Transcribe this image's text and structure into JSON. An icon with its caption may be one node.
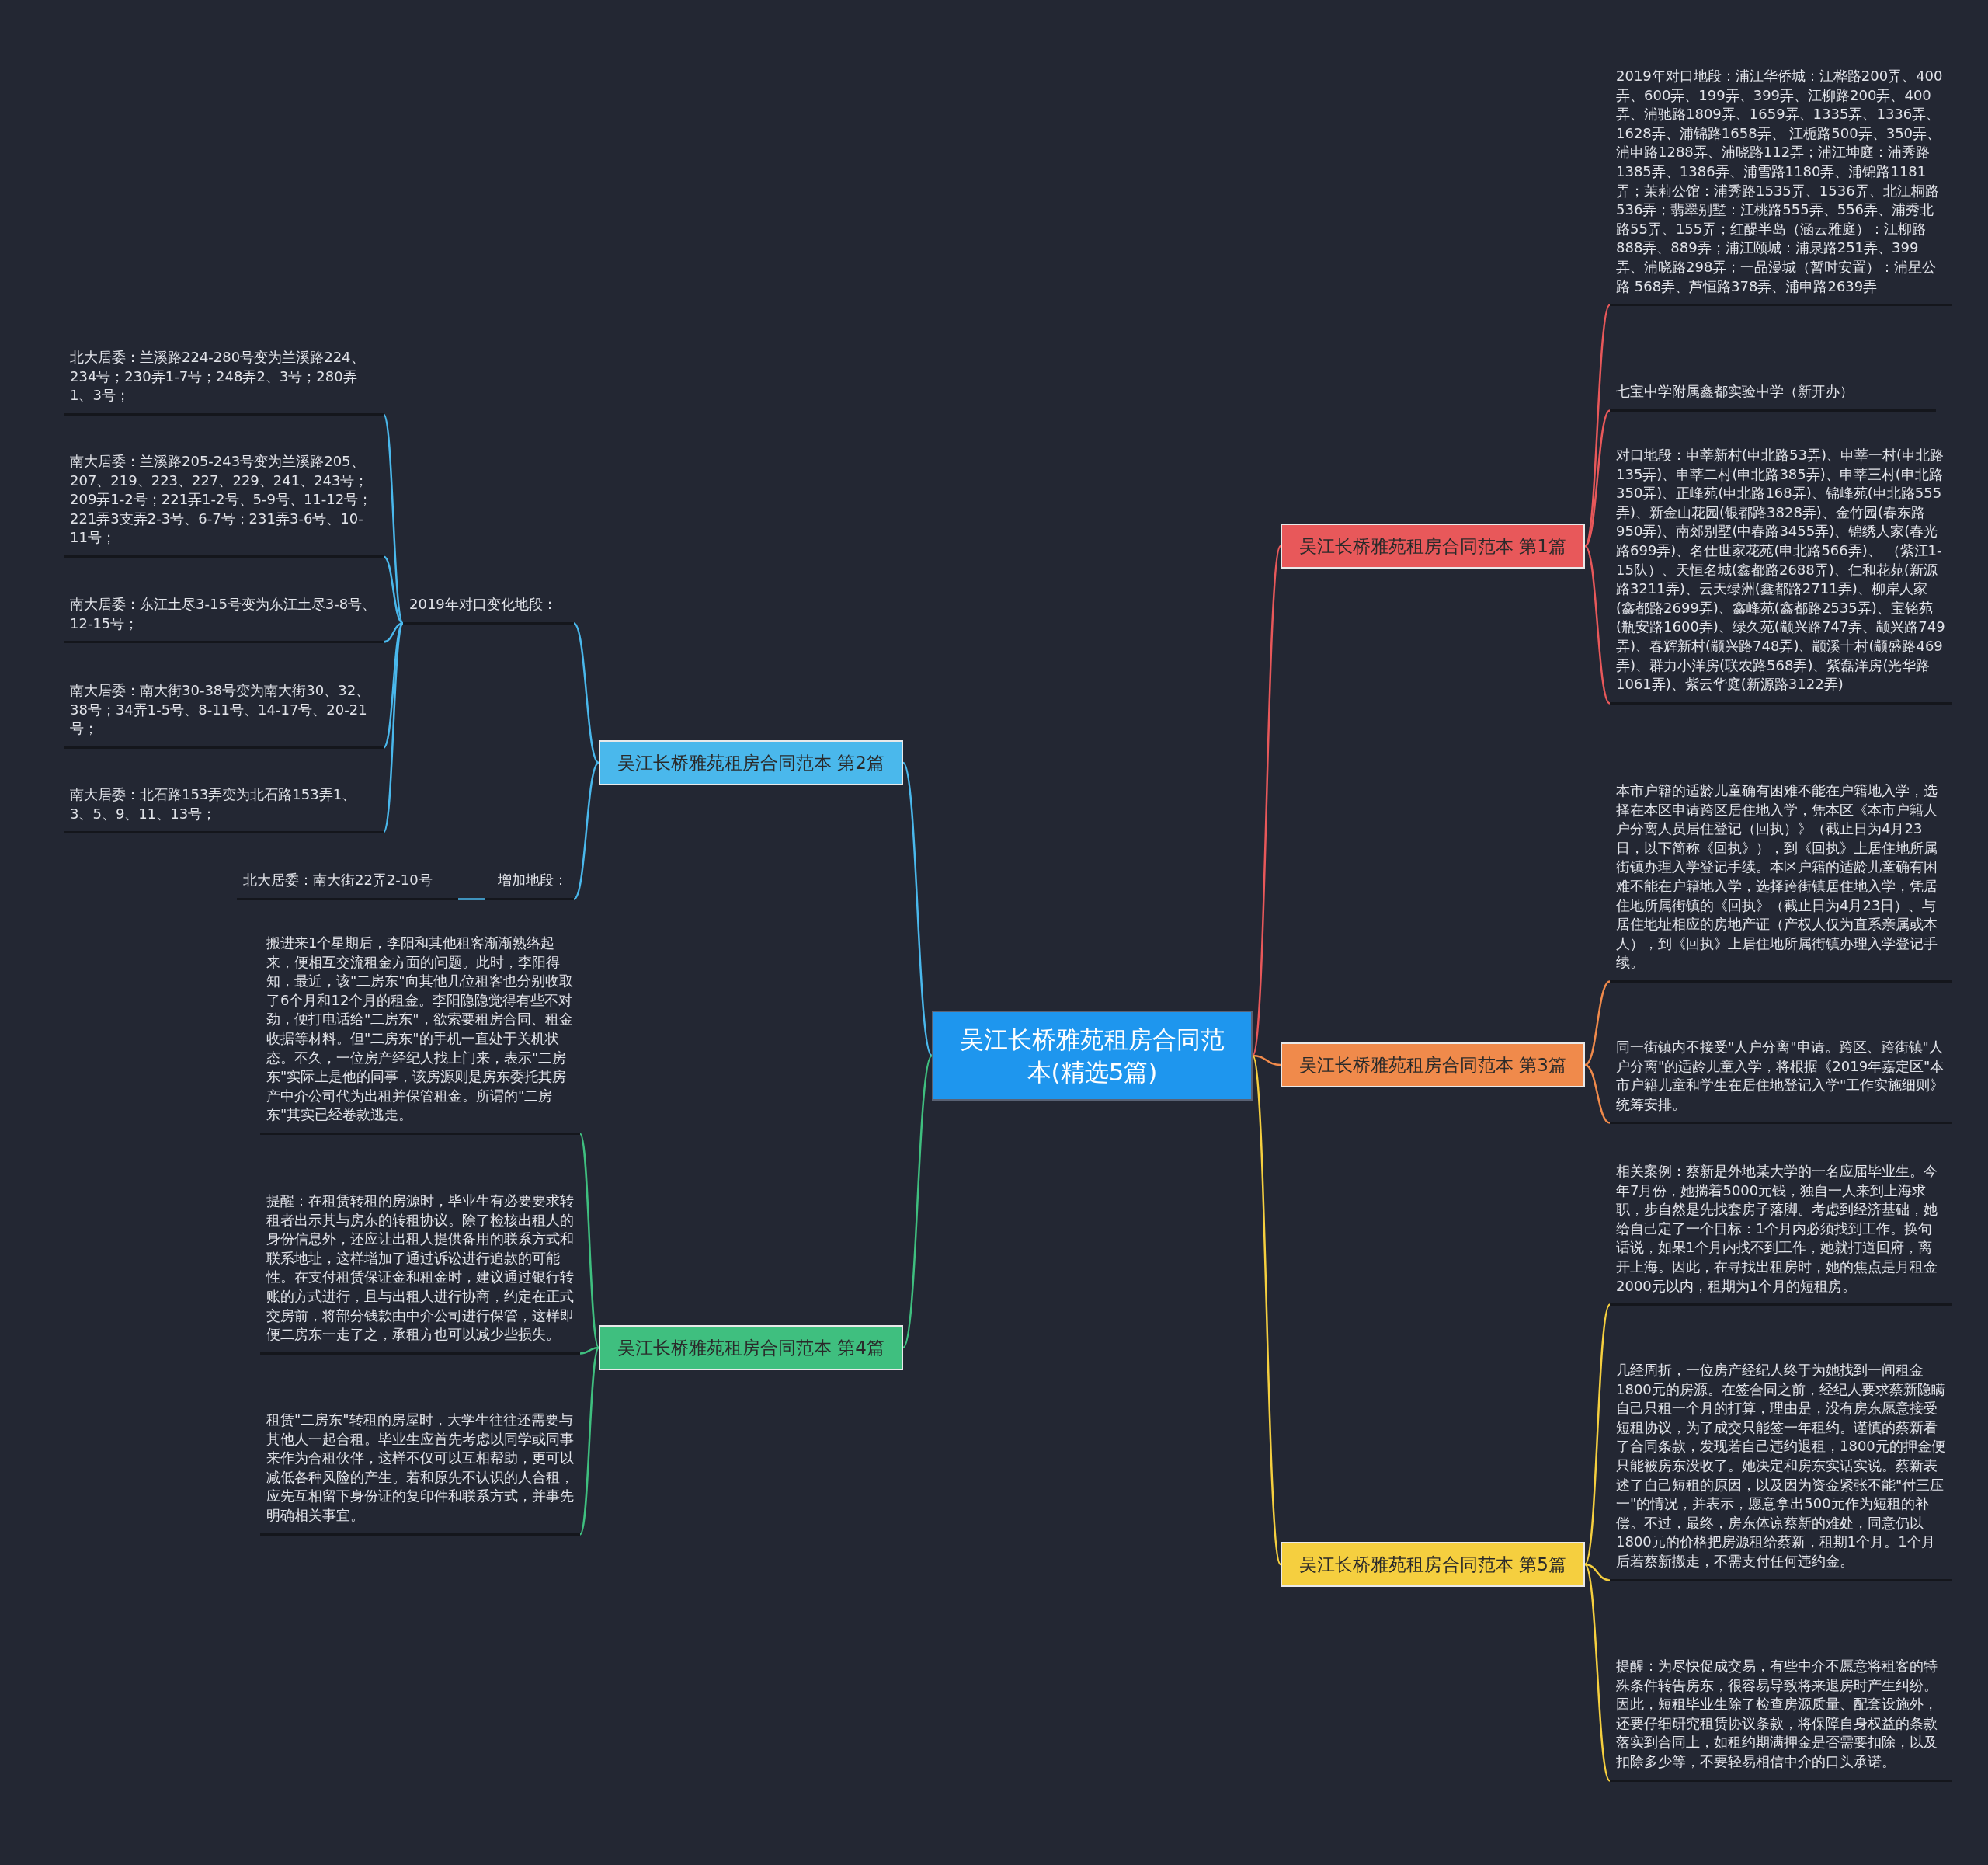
{
  "diagram": {
    "nodes": [
      {
        "text": [
          "吴江长桥雅苑租房合同范本(精选5篇)"
        ]
      },
      {
        "text": [
          "吴江长桥雅苑租房合同范本 第1篇"
        ]
      },
      {
        "text": [
          "2019年对口地段：浦江华侨城：江桦路200弄、400弄、600弄、199弄、399弄、江柳路200弄、400弄、浦驰路1809弄、1659弄、1335弄、1336弄、1628弄、浦锦路1658弄、 江栀路500弄、350弄、浦申路1288弄、浦晓路112弄；浦江坤庭：浦秀路1385弄、1386弄、浦雪路1180弄、浦锦路1181弄；茉莉公馆：浦秀路1535弄、1536弄、北江桐路536弄；翡翠别墅：江桃路555弄、556弄、浦秀北路55弄、155弄；红醍半岛（涵云雅庭）：江柳路888弄、889弄；浦江颐城：浦泉路251弄、399弄、浦晓路298弄；一品漫城（暂时安置）：浦星公路 568弄、芦恒路378弄、浦申路2639弄"
        ]
      },
      {
        "text": [
          "七宝中学附属鑫都实验中学（新开办）"
        ]
      },
      {
        "text": [
          "对口地段：申莘新村(申北路53弄)、申莘一村(申北路135弄)、申莘二村(申北路385弄)、申莘三村(申北路350弄)、正峰苑(申北路168弄)、锦峰苑(申北路555弄)、新金山花园(银都路3828弄)、金竹园(春东路950弄)、南郊别墅(中春路3455弄)、锦绣人家(春光路699弄)、名仕世家花苑(申北路566弄)、 （紫江1-15队）、天恒名城(鑫都路2688弄)、仁和花苑(新源路3211弄)、云天绿洲(鑫都路2711弄)、柳岸人家(鑫都路2699弄)、鑫峰苑(鑫都路2535弄)、宝铭苑(瓶安路1600弄)、绿久苑(颛兴路747弄、颛兴路749弄)、春辉新村(颛兴路748弄)、颛溪十村(颛盛路469弄)、群力小洋房(联农路568弄)、紫磊洋房(光华路1061弄)、紫云华庭(新源路3122弄)"
        ]
      },
      {
        "text": [
          "吴江长桥雅苑租房合同范本 第2篇"
        ]
      },
      {
        "text": [
          "2019年对口变化地段："
        ]
      },
      {
        "text": [
          "北大居委：兰溪路224-280号变为兰溪路224、234号；230弄1-7号；248弄2、3号；280弄1、3号；"
        ]
      },
      {
        "text": [
          "南大居委：兰溪路205-243号变为兰溪路205、207、219、223、227、229、241、243号；209弄1-2号；221弄1-2号、5-9号、11-12号；221弄3支弄2-3号、6-7号；231弄3-6号、10-11号；"
        ]
      },
      {
        "text": [
          "南大居委：东江土尽3-15号变为东江土尽3-8号、12-15号；"
        ]
      },
      {
        "text": [
          "南大居委：南大街30-38号变为南大街30、32、38号；34弄1-5号、8-11号、14-17号、20-21号；"
        ]
      },
      {
        "text": [
          "南大居委：北石路153弄变为北石路153弄1、3、5、9、11、13号；"
        ]
      },
      {
        "text": [
          "增加地段："
        ]
      },
      {
        "text": [
          "北大居委：南大街22弄2-10号"
        ]
      },
      {
        "text": [
          "吴江长桥雅苑租房合同范本 第3篇"
        ]
      },
      {
        "text": [
          "本市户籍的适龄儿童确有困难不能在户籍地入学，选择在本区申请跨区居住地入学，凭本区《本市户籍人户分离人员居住登记（回执）》（截止日为4月23日，以下简称《回执》），到《回执》上居住地所属街镇办理入学登记手续。本区户籍的适龄儿童确有困难不能在户籍地入学，选择跨街镇居住地入学，凭居住地所属街镇的《回执》（截止日为4月23日）、与居住地址相应的房地产证（产权人仅为直系亲属或本人），到《回执》上居住地所属街镇办理入学登记手续。"
        ]
      },
      {
        "text": [
          "同一街镇内不接受\"人户分离\"申请。跨区、跨街镇\"人户分离\"的适龄儿童入学，将根据《2019年嘉定区\"本市户籍儿童和学生在居住地登记入学\"工作实施细则》统筹安排。"
        ]
      },
      {
        "text": [
          "吴江长桥雅苑租房合同范本 第4篇"
        ]
      },
      {
        "text": [
          "搬进来1个星期后，李阳和其他租客渐渐熟络起来，便相互交流租金方面的问题。此时，李阳得知，最近，该\"二房东\"向其他几位租客也分别收取了6个月和12个月的租金。李阳隐隐觉得有些不对劲，便打电话给\"二房东\"，欲索要租房合同、租金收据等材料。但\"二房东\"的手机一直处于关机状态。不久，一位房产经纪人找上门来，表示\"二房东\"实际上是他的同事，该房源则是房东委托其房产中介公司代为出租并保管租金。所谓的\"二房东\"其实已经卷款逃走。"
        ]
      },
      {
        "text": [
          "提醒：在租赁转租的房源时，毕业生有必要要求转租者出示其与房东的转租协议。除了检核出租人的身份信息外，还应让出租人提供备用的联系方式和联系地址，这样增加了通过诉讼进行追款的可能性。在支付租赁保证金和租金时，建议通过银行转账的方式进行，且与出租人进行协商，约定在正式交房前，将部分钱款由中介公司进行保管，这样即便二房东一走了之，承租方也可以减少些损失。"
        ]
      },
      {
        "text": [
          "租赁\"二房东\"转租的房屋时，大学生往往还需要与其他人一起合租。毕业生应首先考虑以同学或同事来作为合租伙伴，这样不仅可以互相帮助，更可以减低各种风险的产生。若和原先不认识的人合租，应先互相留下身份证的复印件和联系方式，并事先明确相关事宜。"
        ]
      },
      {
        "text": [
          "吴江长桥雅苑租房合同范本 第5篇"
        ]
      },
      {
        "text": [
          "相关案例：蔡新是外地某大学的一名应届毕业生。今年7月份，她揣着5000元钱，独自一人来到上海求职，步自然是先找套房子落脚。考虑到经济基础，她给自己定了一个目标：1个月内必须找到工作。换句话说，如果1个月内找不到工作，她就打道回府，离开上海。因此，在寻找出租房时，她的焦点是月租金2000元以内，租期为1个月的短租房。"
        ]
      },
      {
        "text": [
          "几经周折，一位房产经纪人终于为她找到一间租金1800元的房源。在签合同之前，经纪人要求蔡新隐瞒自己只租一个月的打算，理由是，没有房东愿意接受短租协议，为了成交只能签一年租约。谨慎的蔡新看了合同条款，发现若自己违约退租，1800元的押金便只能被房东没收了。她决定和房东实话实说。蔡新表述了自己短租的原因，以及因为资金紧张不能\"付三压一\"的情况，并表示，愿意拿出500元作为短租的补偿。不过，最终，房东体谅蔡新的难处，同意仍以1800元的价格把房源租给蔡新，租期1个月。1个月后若蔡新搬走，不需支付任何违约金。"
        ]
      },
      {
        "text": [
          "提醒：为尽快促成交易，有些中介不愿意将租客的特殊条件转告房东，很容易导致将来退房时产生纠纷。因此，短租毕业生除了检查房源质量、配套设施外，还要仔细研究租赁协议条款，将保障自身权益的条款落实到合同上，如租约期满押金是否需要扣除，以及扣除多少等，不要轻易相信中介的口头承诺。"
        ]
      }
    ],
    "edges": [
      {
        "from": 0,
        "to": 1,
        "arrow": "none",
        "color": "#e8585a"
      },
      {
        "from": 1,
        "to": 2,
        "arrow": "none",
        "color": "#e8585a"
      },
      {
        "from": 1,
        "to": 3,
        "arrow": "none",
        "color": "#e8585a"
      },
      {
        "from": 1,
        "to": 4,
        "arrow": "none",
        "color": "#e8585a"
      },
      {
        "from": 0,
        "to": 5,
        "arrow": "none",
        "color": "#4ab8ec"
      },
      {
        "from": 5,
        "to": 6,
        "arrow": "none",
        "color": "#4ab8ec"
      },
      {
        "from": 6,
        "to": 7,
        "arrow": "none",
        "color": "#4ab8ec"
      },
      {
        "from": 6,
        "to": 8,
        "arrow": "none",
        "color": "#4ab8ec"
      },
      {
        "from": 6,
        "to": 9,
        "arrow": "none",
        "color": "#4ab8ec"
      },
      {
        "from": 6,
        "to": 10,
        "arrow": "none",
        "color": "#4ab8ec"
      },
      {
        "from": 6,
        "to": 11,
        "arrow": "none",
        "color": "#4ab8ec"
      },
      {
        "from": 5,
        "to": 12,
        "arrow": "none",
        "color": "#4ab8ec"
      },
      {
        "from": 12,
        "to": 13,
        "arrow": "none",
        "color": "#4ab8ec"
      },
      {
        "from": 0,
        "to": 14,
        "arrow": "none",
        "color": "#f08a4b"
      },
      {
        "from": 14,
        "to": 15,
        "arrow": "none",
        "color": "#f08a4b"
      },
      {
        "from": 14,
        "to": 16,
        "arrow": "none",
        "color": "#f08a4b"
      },
      {
        "from": 0,
        "to": 17,
        "arrow": "none",
        "color": "#3fbf7f"
      },
      {
        "from": 17,
        "to": 18,
        "arrow": "none",
        "color": "#3fbf7f"
      },
      {
        "from": 17,
        "to": 19,
        "arrow": "none",
        "color": "#3fbf7f"
      },
      {
        "from": 17,
        "to": 20,
        "arrow": "none",
        "color": "#3fbf7f"
      },
      {
        "from": 0,
        "to": 21,
        "arrow": "none",
        "color": "#f5cf3f"
      },
      {
        "from": 21,
        "to": 22,
        "arrow": "none",
        "color": "#f5cf3f"
      },
      {
        "from": 21,
        "to": 23,
        "arrow": "none",
        "color": "#f5cf3f"
      },
      {
        "from": 21,
        "to": 24,
        "arrow": "none",
        "color": "#f5cf3f"
      }
    ]
  }
}
